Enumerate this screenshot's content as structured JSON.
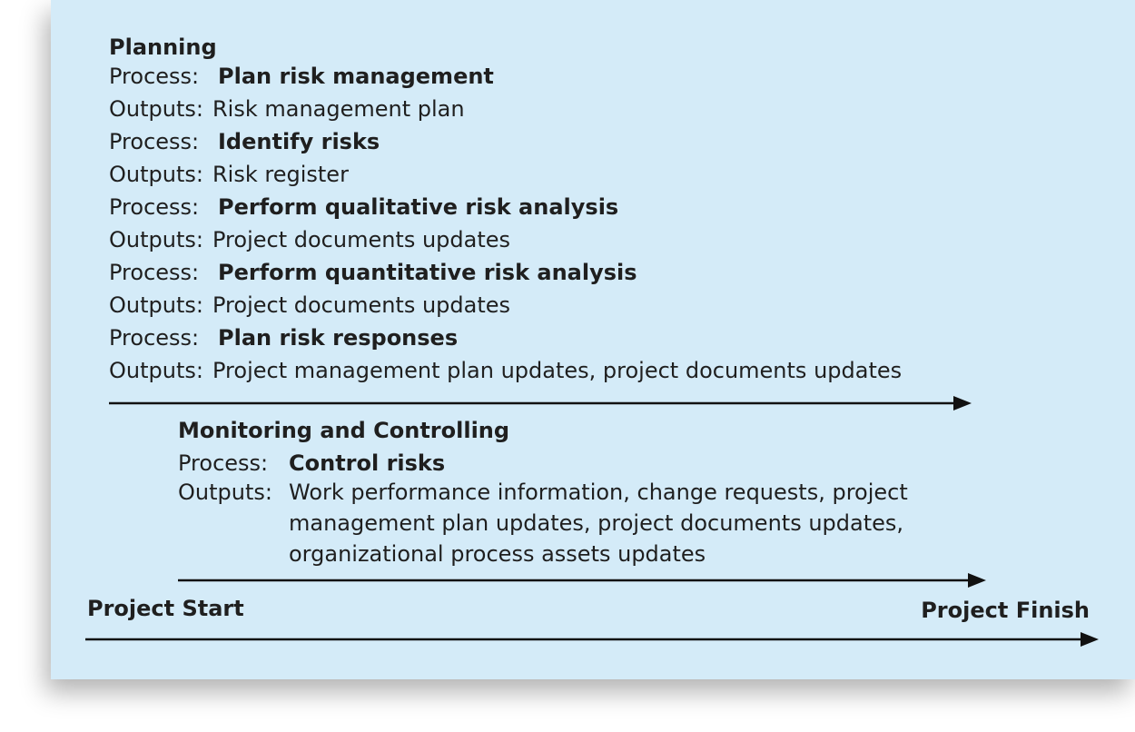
{
  "planning": {
    "title": "Planning",
    "rows": [
      {
        "label": "Process:",
        "value": "Plan risk management",
        "bold": true
      },
      {
        "label": "Outputs:",
        "value": "Risk management plan",
        "bold": false
      },
      {
        "label": "Process:",
        "value": "Identify risks",
        "bold": true
      },
      {
        "label": "Outputs:",
        "value": "Risk register",
        "bold": false
      },
      {
        "label": "Process:",
        "value": "Perform qualitative risk analysis",
        "bold": true
      },
      {
        "label": "Outputs:",
        "value": "Project documents updates",
        "bold": false
      },
      {
        "label": "Process:",
        "value": "Perform quantitative risk analysis",
        "bold": true
      },
      {
        "label": "Outputs:",
        "value": "Project documents updates",
        "bold": false
      },
      {
        "label": "Process:",
        "value": "Plan risk responses",
        "bold": true
      },
      {
        "label": "Outputs:",
        "value": "Project management plan updates, project documents updates",
        "bold": false
      }
    ]
  },
  "monitoring": {
    "title": "Monitoring and Controlling",
    "process_label": "Process:",
    "process_value": "Control risks",
    "outputs_label": "Outputs:",
    "outputs_lines": [
      "Work performance information, change requests, project",
      "management plan updates, project documents updates,",
      "organizational process assets updates"
    ]
  },
  "timeline": {
    "start": "Project Start",
    "finish": "Project Finish"
  },
  "colors": {
    "panel_background": "#d4ebf8",
    "text": "#1f1f1f",
    "arrow": "#111111"
  }
}
